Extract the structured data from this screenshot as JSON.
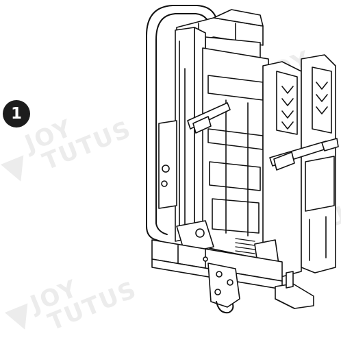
{
  "step": {
    "number": "1"
  },
  "watermark": {
    "line1": "JOY",
    "line2": "TUTUS"
  },
  "illustration": {
    "subject": "folded-bike-rack-line-drawing",
    "stroke_color": "#111111",
    "fill_color": "#ffffff",
    "watermark_color": "#ececec"
  }
}
